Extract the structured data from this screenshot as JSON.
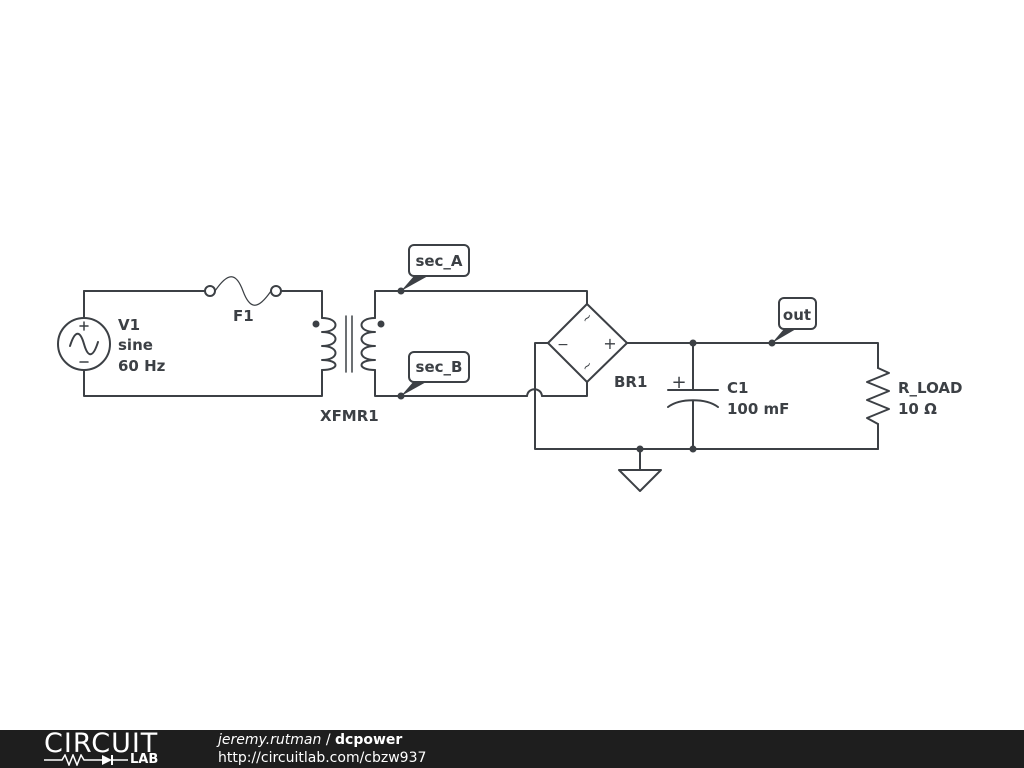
{
  "components": {
    "source": {
      "name": "V1",
      "type": "sine",
      "freq": "60 Hz"
    },
    "fuse": {
      "name": "F1"
    },
    "transformer": {
      "name": "XFMR1"
    },
    "bridge": {
      "name": "BR1",
      "minus": "−",
      "plus": "+",
      "ac": "~"
    },
    "capacitor": {
      "name": "C1",
      "value": "100 mF",
      "polarity": "+"
    },
    "resistor": {
      "name": "R_LOAD",
      "value": "10 Ω"
    }
  },
  "nets": {
    "sec_a": "sec_A",
    "sec_b": "sec_B",
    "out": "out"
  },
  "footer": {
    "logo_top": "CIRCUIT",
    "logo_bottom": "LAB",
    "user": "jeremy.rutman",
    "separator": " / ",
    "project": "dcpower",
    "url": "http://circuitlab.com/cbzw937"
  },
  "colors": {
    "wire": "#3c4045",
    "footer_bg": "#1e1e1e"
  }
}
